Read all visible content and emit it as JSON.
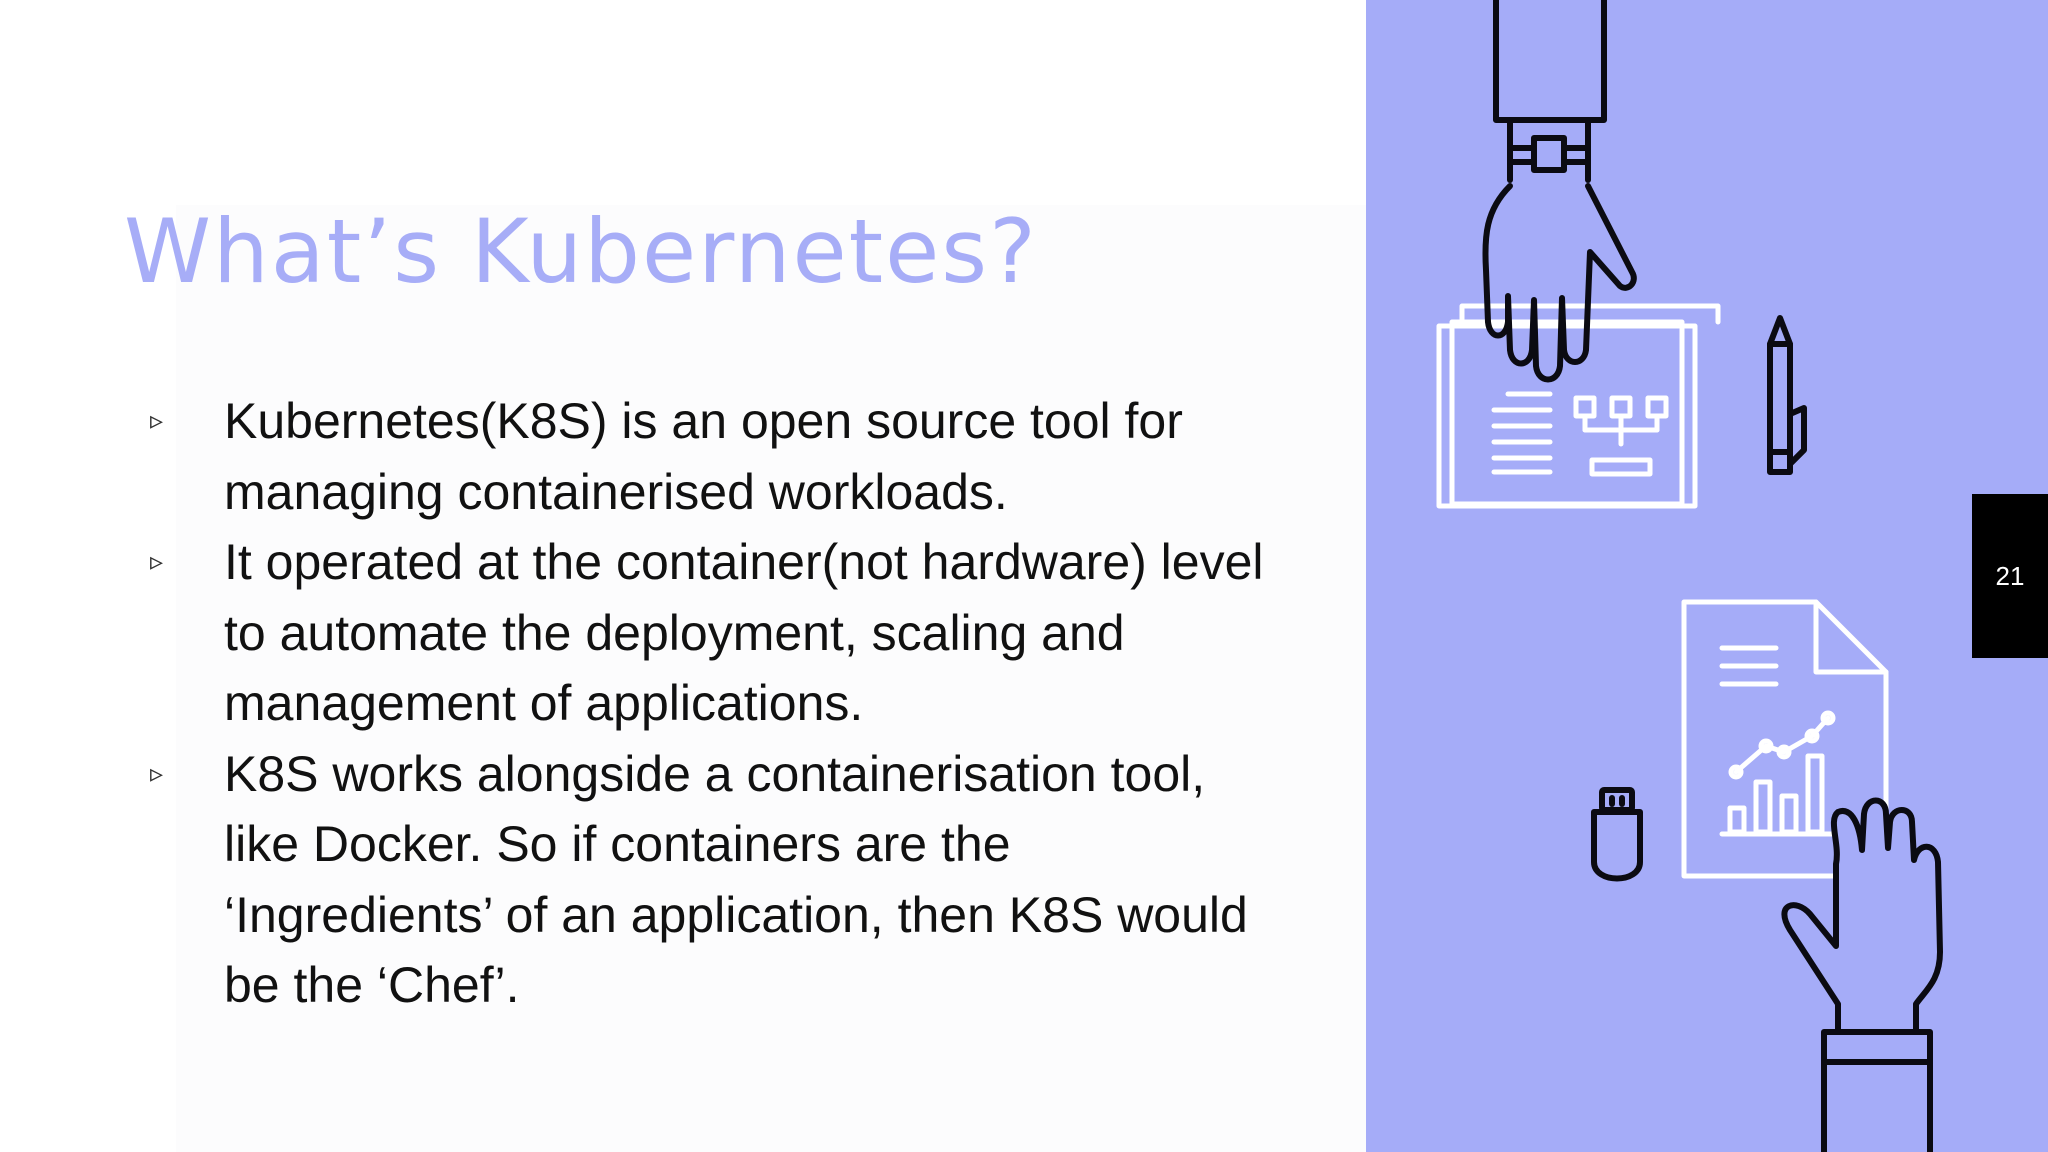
{
  "slide": {
    "title": "What’s Kubernetes?",
    "bullet_symbol": "▹",
    "bullets": [
      "Kubernetes(K8S) is an open source tool for managing containerised workloads.",
      "It operated at the container(not hardware) level to automate the deployment, scaling and management of applications.",
      "K8S works alongside a containerisation tool, like Docker. So if containers are the ‘Ingredients’ of an application, then K8S would be the ‘Chef’."
    ],
    "page_number": "21"
  },
  "colors": {
    "accent": "#a5acf8",
    "title": "#a7adf7",
    "text": "#111111",
    "tab": "#000000"
  },
  "illustration": {
    "icons": [
      "hand-icon",
      "document-folder-icon",
      "org-chart-icon",
      "pencil-icon",
      "usb-drive-icon",
      "report-chart-icon",
      "hand-icon"
    ]
  }
}
